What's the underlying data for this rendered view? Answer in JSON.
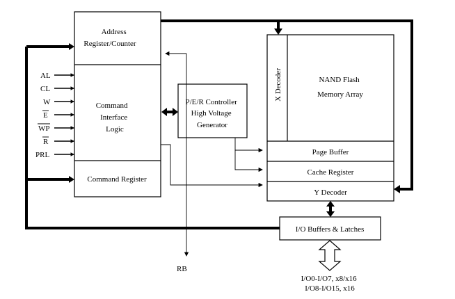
{
  "blocks": {
    "address_register": [
      "Address",
      "Register/Counter"
    ],
    "command_interface": [
      "Command",
      "Interface",
      "Logic"
    ],
    "command_register": "Command Register",
    "per_controller": [
      "P/E/R Controller",
      "High Voltage",
      "Generator"
    ],
    "x_decoder": "X Decoder",
    "memory_array": [
      "NAND Flash",
      "Memory Array"
    ],
    "page_buffer": "Page Buffer",
    "cache_register": "Cache Register",
    "y_decoder": "Y Decoder",
    "io_buffers": "I/O Buffers & Latches"
  },
  "signals": {
    "al": "AL",
    "cl": "CL",
    "w": "W",
    "e": "E",
    "wp": "WP",
    "r": "R",
    "prl": "PRL",
    "rb": "RB"
  },
  "io_pins": [
    "I/O0-I/O7, x8/x16",
    "I/O8-I/O15, x16"
  ]
}
